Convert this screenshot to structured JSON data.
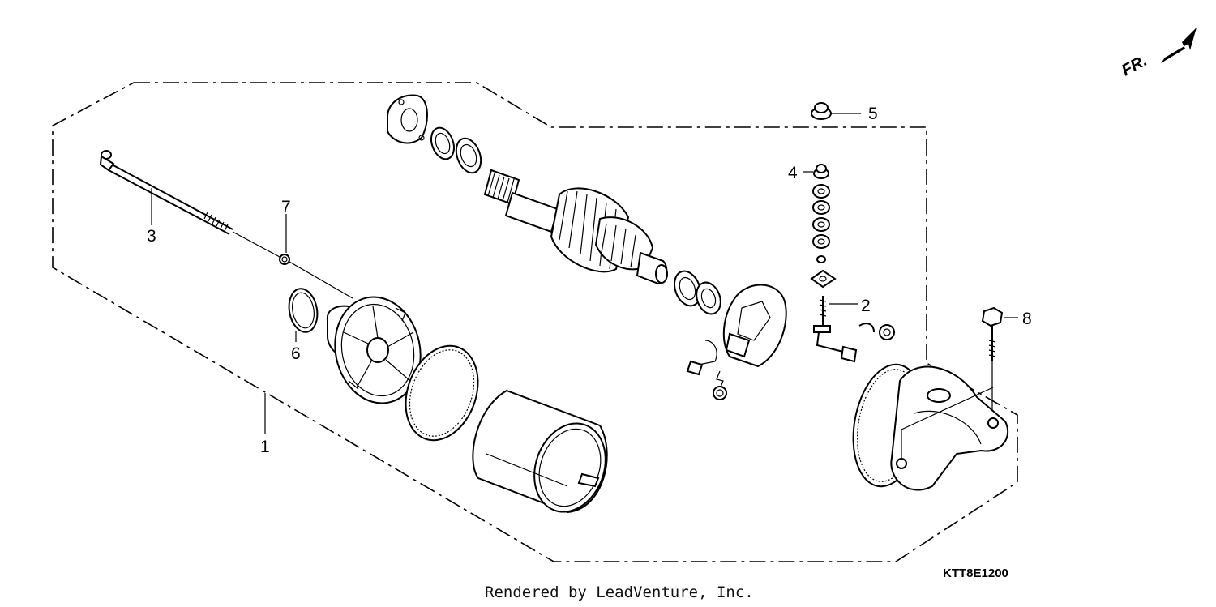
{
  "diagram": {
    "direction_label": "FR.",
    "drawing_code": "KTT8E1200",
    "footer": "Rendered by LeadVenture, Inc.",
    "callouts": [
      {
        "id": "1",
        "label": "1"
      },
      {
        "id": "2",
        "label": "2"
      },
      {
        "id": "3",
        "label": "3"
      },
      {
        "id": "4",
        "label": "4"
      },
      {
        "id": "5",
        "label": "5"
      },
      {
        "id": "6",
        "label": "6"
      },
      {
        "id": "7",
        "label": "7"
      },
      {
        "id": "8",
        "label": "8"
      }
    ]
  }
}
